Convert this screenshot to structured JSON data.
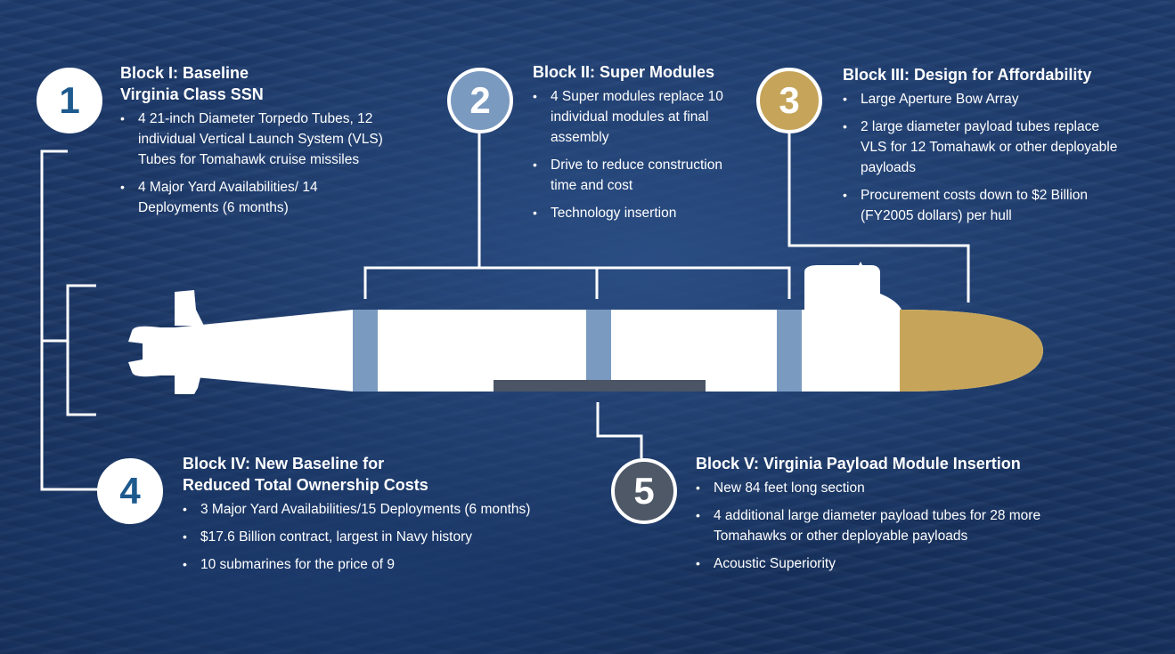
{
  "colors": {
    "badge1": "#ffffff",
    "badge2": "#7b9ac0",
    "badge3": "#c6a55a",
    "badge4": "#ffffff",
    "badge5": "#4e5866",
    "badge_text_light": "#1d5a8e",
    "hull": "#ffffff",
    "module_band": "#7b9ac0",
    "bow_array": "#c6a55a",
    "payload_module": "#4b5565"
  },
  "blocks": [
    {
      "number": "1",
      "title_lines": [
        "Block I: Baseline",
        "Virginia Class SSN"
      ],
      "bullets": [
        "4 21-inch Diameter Torpedo Tubes, 12 individual Vertical Launch System (VLS) Tubes for Tomahawk cruise missiles",
        "4 Major Yard Availabilities/ 14 Deployments (6 months)"
      ]
    },
    {
      "number": "2",
      "title_lines": [
        "Block II: Super Modules"
      ],
      "bullets": [
        "4 Super modules replace 10 individual modules at final assembly",
        "Drive to reduce construction time and cost",
        "Technology insertion"
      ]
    },
    {
      "number": "3",
      "title_lines": [
        "Block III: Design for Affordability"
      ],
      "bullets": [
        "Large Aperture Bow Array",
        "2 large diameter payload tubes replace VLS for 12 Tomahawk or other deployable payloads",
        "Procurement costs down to $2 Billion (FY2005 dollars) per hull"
      ]
    },
    {
      "number": "4",
      "title_lines": [
        "Block IV: New Baseline for",
        "Reduced Total Ownership Costs"
      ],
      "bullets": [
        "3 Major Yard Availabilities/15 Deployments (6 months)",
        "$17.6 Billion contract, largest in Navy history",
        "10 submarines for the price of 9"
      ]
    },
    {
      "number": "5",
      "title_lines": [
        "Block V: Virginia Payload Module Insertion"
      ],
      "bullets": [
        "New 84 feet long section",
        "4 additional large diameter payload tubes for 28 more Tomahawks or other deployable payloads",
        "Acoustic Superiority"
      ]
    }
  ]
}
